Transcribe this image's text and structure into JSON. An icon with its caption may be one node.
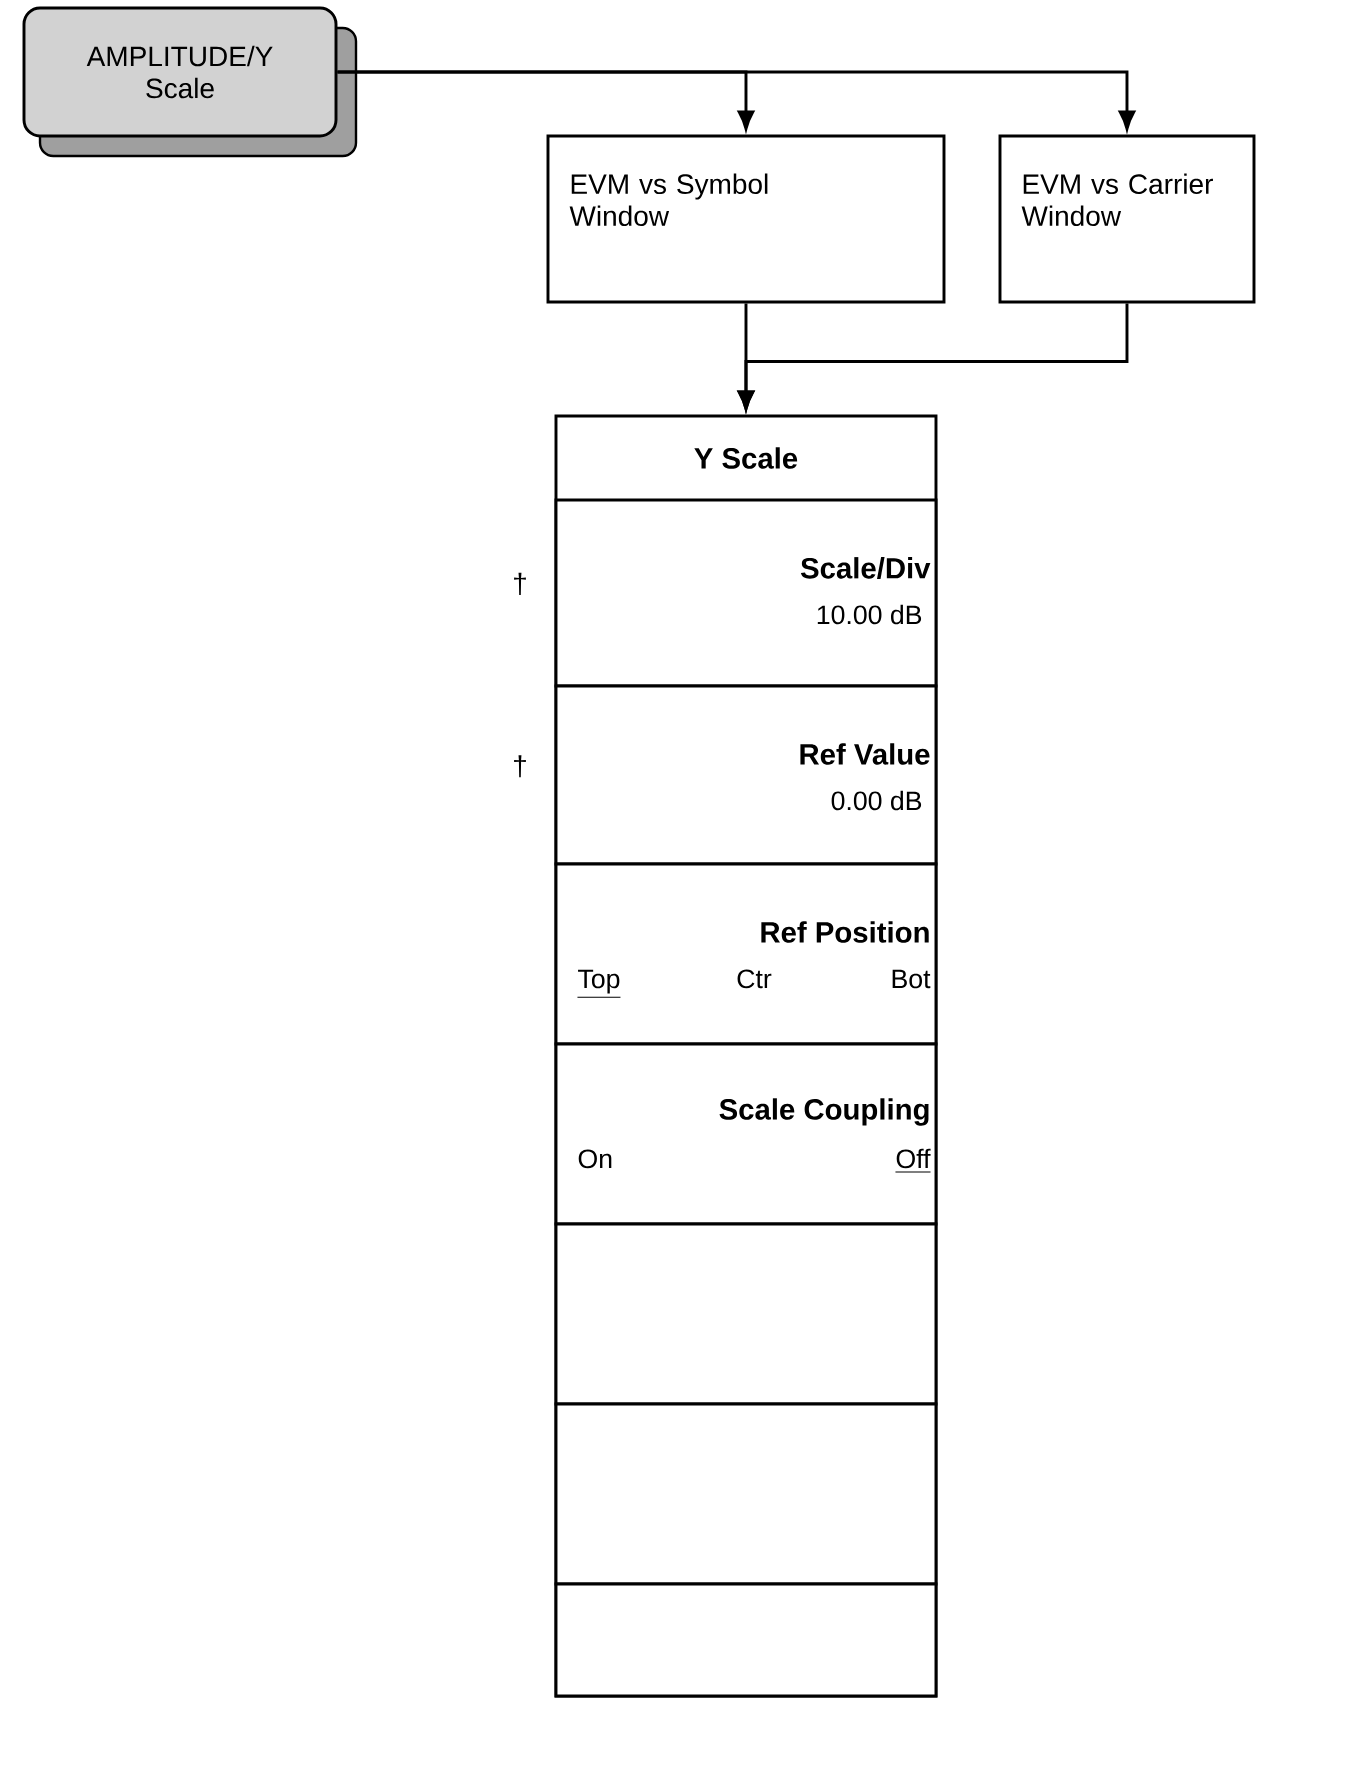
{
  "diagram": {
    "nodes": [
      {
        "text": [
          "AMPLITUDE/Y Scale"
        ]
      },
      {
        "text": [
          "EVM vs Symbol Window"
        ]
      },
      {
        "text": [
          "EVM vs Carrier Window"
        ]
      },
      {
        "text": [
          "Y Scale"
        ]
      },
      {
        "text": [
          "Scale/Div",
          "10.00 dB"
        ],
        "in": 3,
        "beside": [
          "†"
        ]
      },
      {
        "text": [
          "Ref Value",
          "0.00 dB"
        ],
        "in": 3,
        "beside": [
          "†"
        ]
      },
      {
        "text": [
          "Ref Position",
          "Top",
          "Ctr",
          "Bot"
        ],
        "in": 3
      },
      {
        "text": [
          "Scale Coupling",
          "On",
          "Off"
        ],
        "in": 3
      },
      {
        "text": [],
        "shape": "box",
        "in": 3
      },
      {
        "text": [],
        "shape": "box",
        "in": 3
      },
      {
        "text": [],
        "shape": "box",
        "in": 3
      }
    ],
    "edges": [
      {
        "from": 0,
        "to": 1,
        "arrow": "to"
      },
      {
        "from": 0,
        "to": 2,
        "arrow": "to"
      },
      {
        "from": 1,
        "to": 3,
        "arrow": "to"
      },
      {
        "from": 2,
        "to": 3,
        "arrow": "to"
      }
    ]
  }
}
